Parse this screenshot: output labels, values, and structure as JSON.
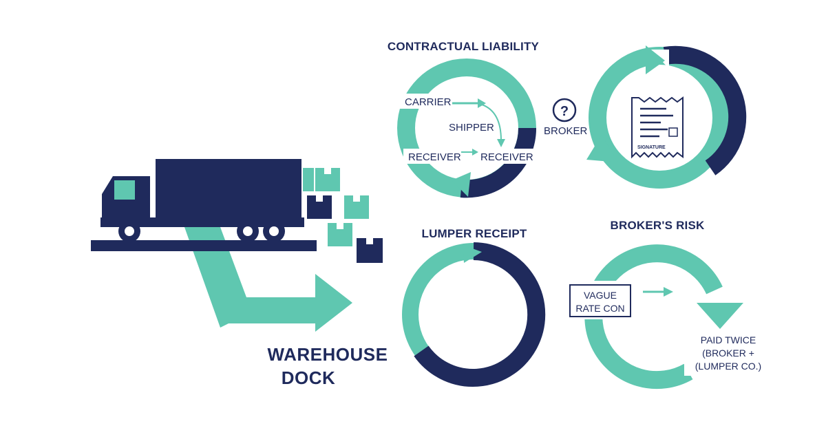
{
  "colors": {
    "navy": "#1f2a5c",
    "teal": "#5fc7b0",
    "background": "#ffffff"
  },
  "left_panel": {
    "label_line1": "WAREHOUSE",
    "label_line2": "DOCK"
  },
  "contractual_liability": {
    "title": "CONTRACTUAL LIABILITY",
    "carrier": "CARRIER",
    "shipper": "SHIPPER",
    "receiver_left": "RECEIVER",
    "receiver_right": "RECEIVER"
  },
  "broker_panel": {
    "question_mark": "?",
    "broker": "BROKER",
    "receipt_signature": "SIGNATURE",
    "icons": [
      "question-icon",
      "receipt-icon"
    ]
  },
  "lumper_receipt": {
    "title": "LUMPER RECEIPT"
  },
  "brokers_risk": {
    "title": "BROKER'S RISK",
    "box_line1": "VAGUE",
    "box_line2": "RATE CON",
    "outcome_line1": "PAID TWICE",
    "outcome_line2": "(BROKER +",
    "outcome_line3": "(LUMPER CO.)"
  }
}
